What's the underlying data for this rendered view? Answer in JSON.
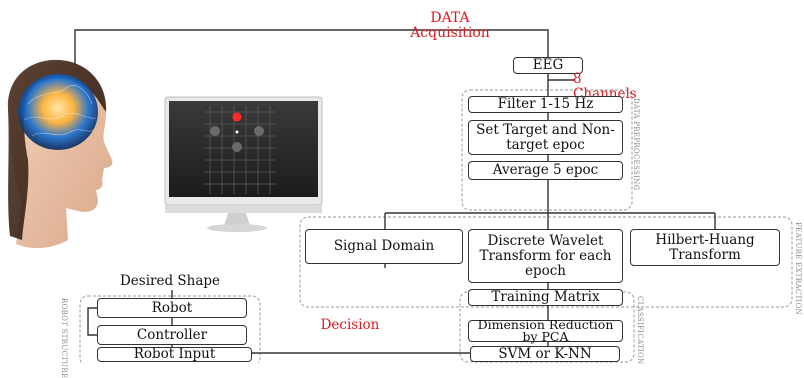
{
  "labels": {
    "data_acquisition": "DATA Acquisition",
    "eeg": "EEG",
    "channels": "8 Channels",
    "filter": "Filter 1-15 Hz",
    "set_target": "Set Target and Non-target epoc",
    "average": "Average 5 epoc",
    "signal_domain": "Signal Domain",
    "dwt": "Discrete Wavelet Transform for each epoch",
    "hht": "Hilbert-Huang Transform",
    "training_matrix": "Training Matrix",
    "pca": "Dimension Reduction by PCA",
    "svm": "SVM or K-NN",
    "decision": "Decision",
    "desired_shape": "Desired Shape",
    "robot": "Robot",
    "controller": "Controller",
    "robot_input": "Robot Input"
  },
  "side_labels": {
    "preprocessing": "DATA PREPROCESSING",
    "feature_extraction": "FEATURE EXTRACTION",
    "classification": "CLASSIFICATION",
    "robot_structure": "ROBOT STRUCTURE"
  },
  "colors": {
    "accent_red": "#e0181e",
    "line": "#333333",
    "dashed": "#9a9a9a",
    "brain_glow": "#3aa0ff"
  }
}
